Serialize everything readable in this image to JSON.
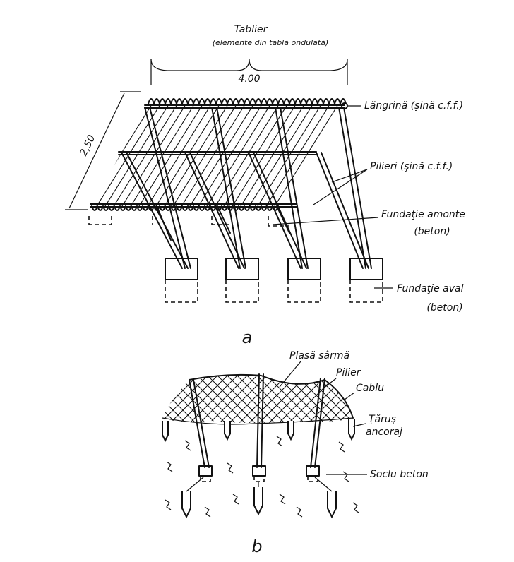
{
  "figure_a": {
    "panel_letter": "a",
    "deck_title": "Tablier",
    "deck_subtitle": "(elemente din tablă ondulată)",
    "width_dim": "4.00",
    "length_dim": "2,50",
    "stringer_label": "Lăngrină (şină c.f.f.)",
    "pillars_label": "Pilieri (şină c.f.f.)",
    "upstream_found_label": "Fundaţie amonte",
    "upstream_found_note": "(beton)",
    "downstream_found_label": "Fundaţie aval",
    "downstream_found_note": "(beton)"
  },
  "figure_b": {
    "panel_letter": "b",
    "net_label": "Plasă sârmă",
    "pillar_label": "Pilier",
    "cable_label": "Cablu",
    "stake_label": "Ţăruş",
    "stake_note": "ancoraj",
    "base_label": "Soclu beton"
  }
}
